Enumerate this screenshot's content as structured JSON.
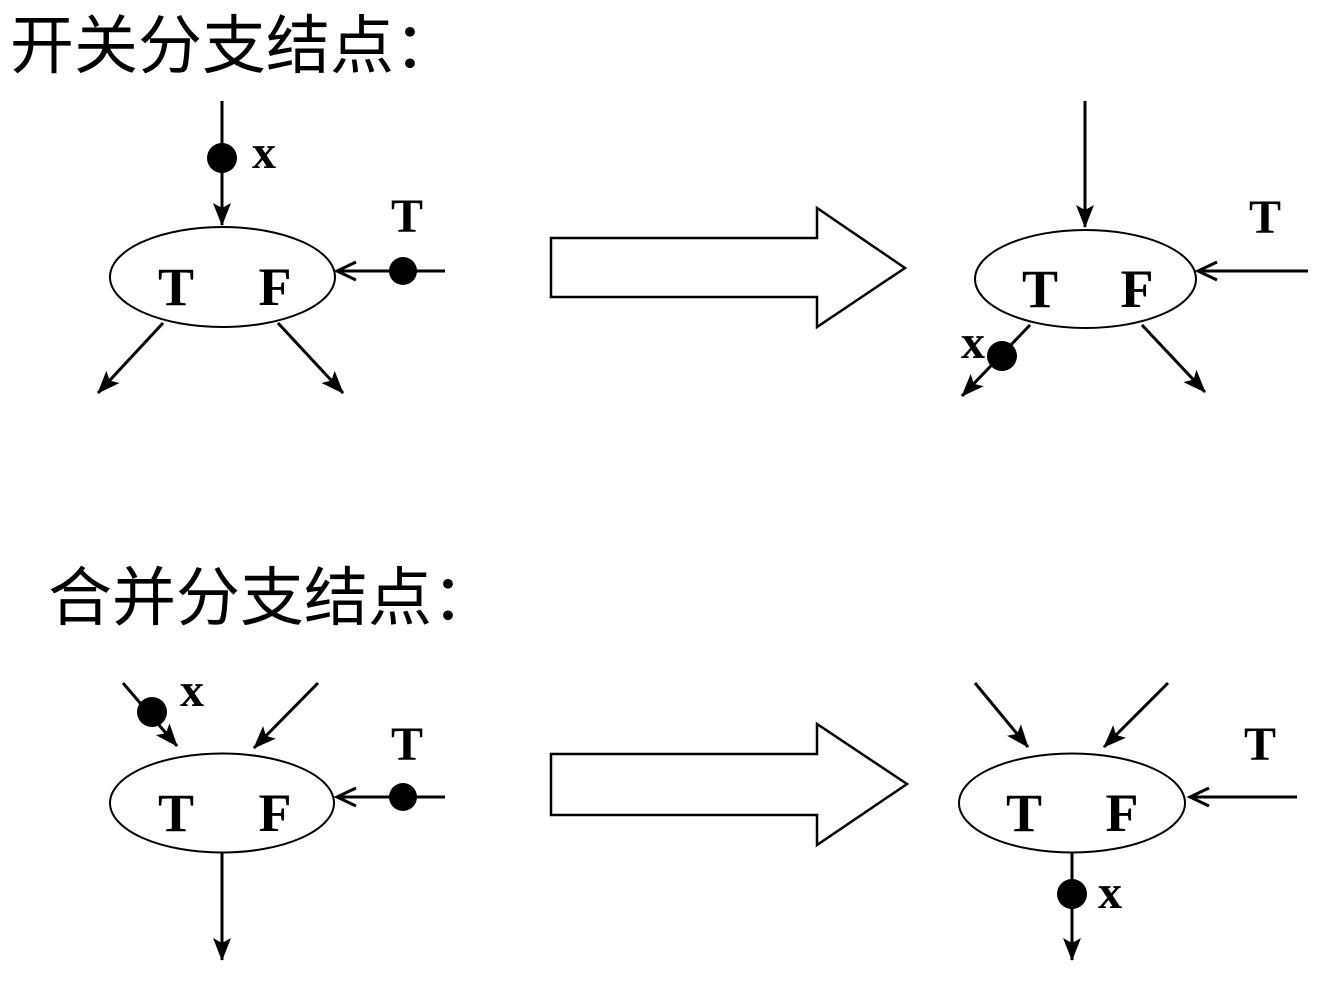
{
  "colors": {
    "ink": "#000000",
    "background": "#ffffff"
  },
  "sections": {
    "switch": {
      "title": "开关分支结点：",
      "before": {
        "in_token_label": "x",
        "branch_true": "T",
        "branch_false": "F",
        "side_input_label": "T"
      },
      "after": {
        "branch_true": "T",
        "branch_false": "F",
        "side_input_label": "T",
        "out_token_label": "x"
      }
    },
    "merge": {
      "title": "合并分支结点：",
      "before": {
        "in_token_label": "x",
        "branch_true": "T",
        "branch_false": "F",
        "side_input_label": "T"
      },
      "after": {
        "branch_true": "T",
        "branch_false": "F",
        "side_input_label": "T",
        "out_token_label": "x"
      }
    }
  }
}
